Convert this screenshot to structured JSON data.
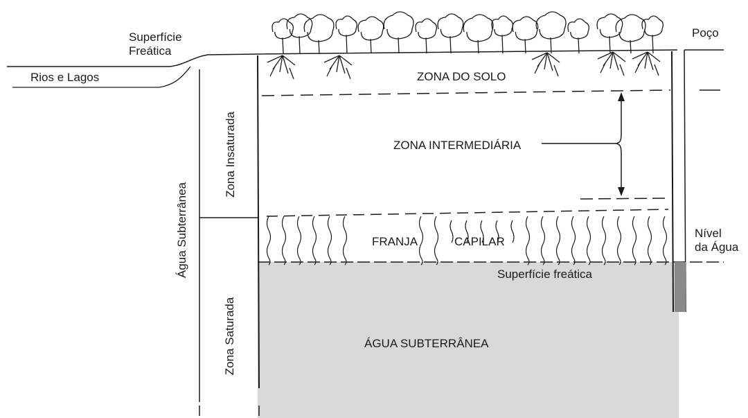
{
  "labels": {
    "superficie_freatica_top": "Superfície\nFreática",
    "rios_lagos": "Rios e Lagos",
    "poco": "Poço",
    "zona_solo": "ZONA DO SOLO",
    "zona_intermediaria": "ZONA INTERMEDIÁRIA",
    "franja": "FRANJA",
    "capilar": "CAPILAR",
    "nivel_agua": "Nível\nda Água",
    "superficie_freatica_water": "Superfície freática",
    "agua_subterranea_zone": "ÁGUA SUBTERRÂNEA",
    "agua_subterranea_side": "Água Subterrânea",
    "zona_insaturada": "Zona Insaturada",
    "zona_saturada": "Zona Saturada"
  },
  "colors": {
    "ink": "#1a1a1a",
    "groundwater": "#d9d9d9",
    "well_water": "#8a8a8a",
    "background": "#ffffff"
  }
}
